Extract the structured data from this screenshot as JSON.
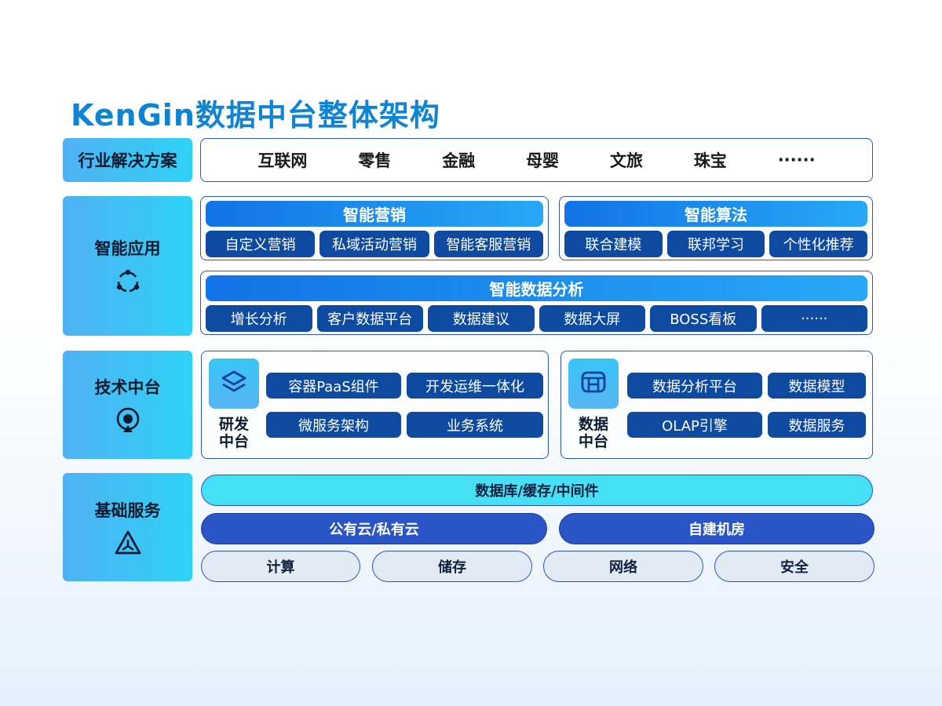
{
  "title": "KenGin数据中台整体架构",
  "industry": {
    "label": "行业解决方案",
    "items": [
      "互联网",
      "零售",
      "金融",
      "母婴",
      "文旅",
      "珠宝",
      "······"
    ]
  },
  "smart_apps": {
    "label": "智能应用",
    "icon": "cycle-icon",
    "marketing": {
      "title": "智能营销",
      "items": [
        "自定义营销",
        "私域活动营销",
        "智能客服营销"
      ]
    },
    "algorithm": {
      "title": "智能算法",
      "items": [
        "联合建模",
        "联邦学习",
        "个性化推荐"
      ]
    },
    "analytics": {
      "title": "智能数据分析",
      "items": [
        "增长分析",
        "客户数据平台",
        "数据建议",
        "数据大屏",
        "BOSS看板",
        "······"
      ]
    }
  },
  "tech_platform": {
    "label": "技术中台",
    "icon": "target-icon",
    "dev": {
      "name": "研发中台",
      "name_line1": "研发",
      "name_line2": "中台",
      "icon": "layers-icon",
      "items": [
        "容器PaaS组件",
        "开发运维一体化",
        "微服务架构",
        "业务系统"
      ]
    },
    "data": {
      "name": "数据中台",
      "name_line1": "数据",
      "name_line2": "中台",
      "icon": "database-icon",
      "items": [
        "数据分析平台",
        "数据模型",
        "OLAP引擎",
        "数据服务"
      ]
    }
  },
  "infrastructure": {
    "label": "基础服务",
    "icon": "triangle-nodes-icon",
    "storage": "数据库/缓存/中间件",
    "clouds": [
      "公有云/私有云",
      "自建机房"
    ],
    "basics": [
      "计算",
      "储存",
      "网络",
      "安全"
    ]
  },
  "colors": {
    "title": "#0f84d4",
    "chip": "#0d4aa0",
    "outline": "#2a55c6",
    "cyan": "#45e0f6"
  }
}
